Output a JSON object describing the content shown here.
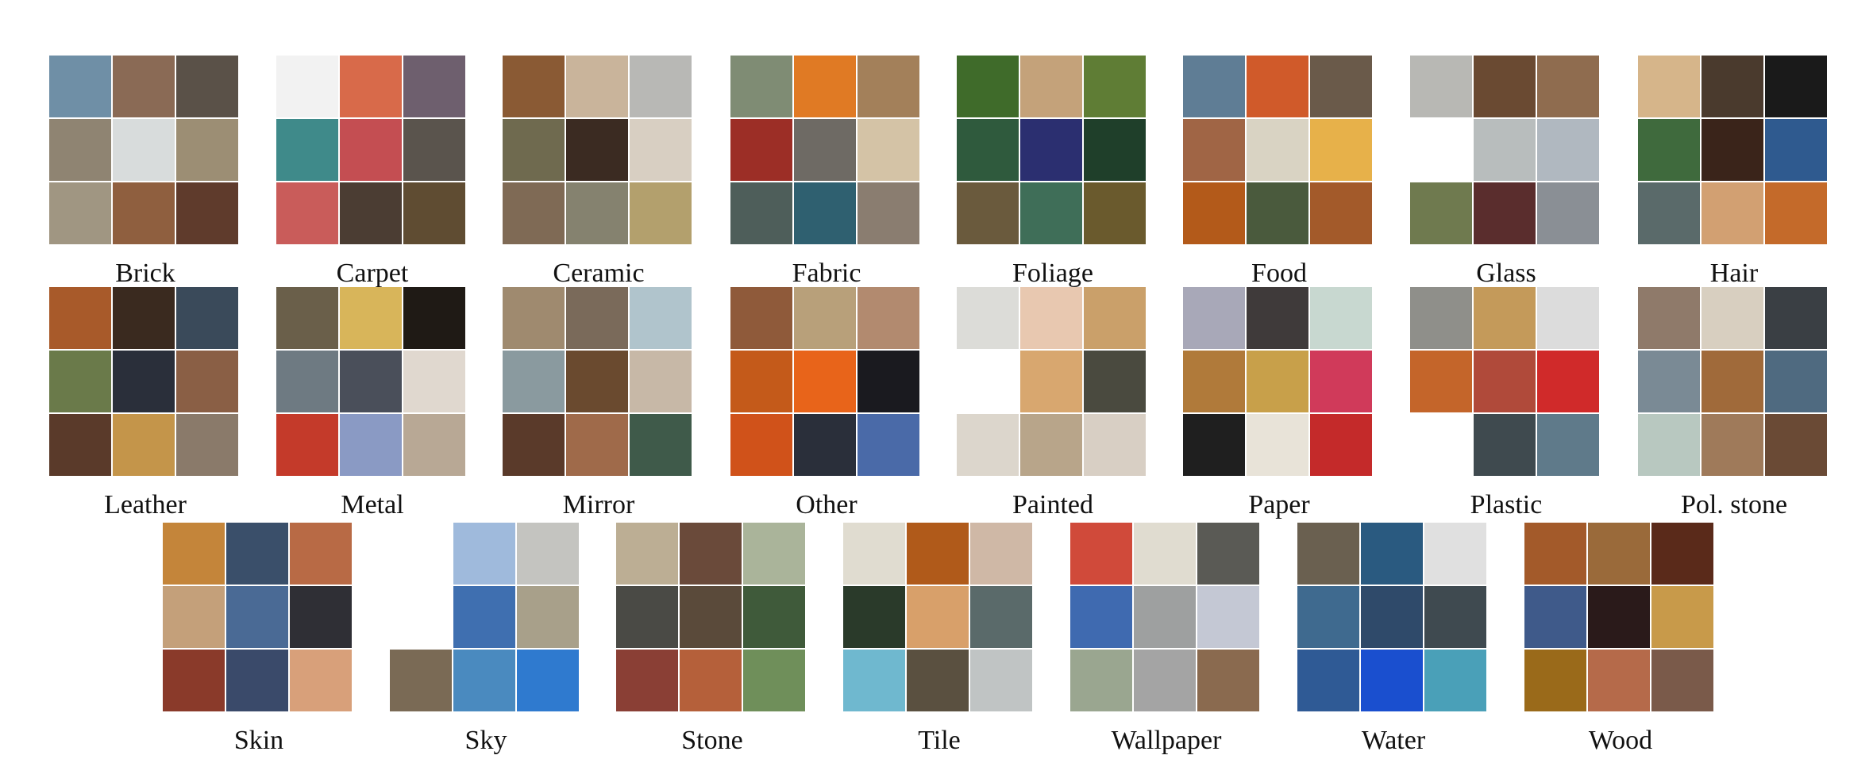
{
  "categories": [
    {
      "label": "Brick",
      "colors": [
        "#6f8fa6",
        "#8a6a55",
        "#5a5148",
        "#8f8472",
        "#d8dcdc",
        "#9c8e74",
        "#a09682",
        "#8f5f3f",
        "#5f3b2c"
      ]
    },
    {
      "label": "Carpet",
      "colors": [
        "#f2f2f2",
        "#d86a4a",
        "#6e5f6e",
        "#3f8a8a",
        "#c44e52",
        "#5a544d",
        "#c95c5a",
        "#4b3d33",
        "#5f4c32"
      ]
    },
    {
      "label": "Ceramic",
      "colors": [
        "#8a5a34",
        "#c9b49b",
        "#b8b8b5",
        "#6f6a4f",
        "#3b2b22",
        "#d8cfc2",
        "#7f6a55",
        "#85826f",
        "#b3a06d"
      ]
    },
    {
      "label": "Fabric",
      "colors": [
        "#7f8c74",
        "#e07a24",
        "#a3805a",
        "#9c2e26",
        "#6e6a64",
        "#d4c3a6",
        "#4e5e5a",
        "#2f6070",
        "#8a7d70"
      ]
    },
    {
      "label": "Foliage",
      "colors": [
        "#3f6b2a",
        "#c4a27a",
        "#5f7d35",
        "#2f5a3d",
        "#2b2f70",
        "#1f3f2a",
        "#6a5a3d",
        "#3f6e58",
        "#6a5a2d"
      ]
    },
    {
      "label": "Food",
      "colors": [
        "#5f7d95",
        "#d05a2a",
        "#6a5a4a",
        "#a06545",
        "#d9d3c3",
        "#e7b14a",
        "#b35a1a",
        "#4a5a3d",
        "#a35a2a"
      ]
    },
    {
      "label": "Glass",
      "colors": [
        "#b8b8b4",
        "#6a4a32",
        "#8f6c4f",
        "#ffffff",
        "#b8bdbd",
        "#b0b8c0",
        "#6f7a4f",
        "#5a2d2d",
        "#8a8f95"
      ]
    },
    {
      "label": "Hair",
      "colors": [
        "#d6b58a",
        "#4a3a2d",
        "#1a1a1a",
        "#3f6a3d",
        "#3a241a",
        "#2f5a8f",
        "#5a6a6a",
        "#d2a072",
        "#c46a2a"
      ]
    },
    {
      "label": "Leather",
      "colors": [
        "#a85a2a",
        "#3a2a1f",
        "#3a4a5a",
        "#6a7a4a",
        "#2a2f3a",
        "#8a5f45",
        "#5a3a2a",
        "#c4954a",
        "#8a7a6a"
      ]
    },
    {
      "label": "Metal",
      "colors": [
        "#6a5f4a",
        "#d8b55a",
        "#1f1a15",
        "#6e7a82",
        "#4a4f5a",
        "#e0d8cf",
        "#c43a2a",
        "#8a9ac4",
        "#b8a895"
      ]
    },
    {
      "label": "Mirror",
      "colors": [
        "#9f8a6f",
        "#7a6a5a",
        "#b0c4cc",
        "#8a9a9f",
        "#6a4a2f",
        "#c7b8a7",
        "#5a3a2a",
        "#9f6a4a",
        "#3f5a4a"
      ]
    },
    {
      "label": "Other",
      "colors": [
        "#8f5a3a",
        "#b8a07a",
        "#b28a6f",
        "#c45a1a",
        "#e8641a",
        "#1a1a1f",
        "#d0521a",
        "#2a2f3a",
        "#4a6aa8"
      ]
    },
    {
      "label": "Painted",
      "colors": [
        "#dcdcd8",
        "#e8c8b0",
        "#caa06a",
        "#ffffff",
        "#d8a76f",
        "#4a4a3f",
        "#dcd6cc",
        "#b8a58a",
        "#d8cfc4"
      ]
    },
    {
      "label": "Paper",
      "colors": [
        "#a8a8b8",
        "#3f3a3a",
        "#c8d8d0",
        "#b07a3a",
        "#c8a04a",
        "#d03a5a",
        "#1f1f1f",
        "#e8e3d8",
        "#c42a2a"
      ]
    },
    {
      "label": "Plastic",
      "colors": [
        "#8f8f8a",
        "#c49a5a",
        "#dcdcdc",
        "#c4652a",
        "#b04a3a",
        "#d02a2a",
        "#ffffff",
        "#3f4a4f",
        "#5f7a8a"
      ]
    },
    {
      "label": "Pol. stone",
      "colors": [
        "#8f7a6a",
        "#d8cfc0",
        "#3a3f44",
        "#7a8a95",
        "#a06a3a",
        "#4f6a80",
        "#b8c8c0",
        "#9f7a5a",
        "#6a4a35"
      ]
    }
  ],
  "row3": [
    {
      "label": "Skin",
      "colors": [
        "#c4853a",
        "#3a4f6a",
        "#b86a45",
        "#c4a07a",
        "#4a6a95",
        "#2f2f35",
        "#8a3a2a",
        "#3a4a6a",
        "#d8a07a"
      ]
    },
    {
      "label": "Sky",
      "colors": [
        "#ffffff",
        "#9fbadc",
        "#c4c4c0",
        "#ffffff",
        "#3f6fb0",
        "#a8a08a",
        "#7a6a55",
        "#4a8abf",
        "#2f7acf"
      ]
    },
    {
      "label": "Stone",
      "colors": [
        "#bcae94",
        "#6a4a3a",
        "#aab49a",
        "#4a4a45",
        "#5a4a3a",
        "#3f5a3a",
        "#8a3f35",
        "#b5603a",
        "#6f8f5a"
      ]
    },
    {
      "label": "Tile",
      "colors": [
        "#e0dcd0",
        "#b05a1a",
        "#cfb8a6",
        "#2a3a2a",
        "#d8a06a",
        "#5a6a6a",
        "#6fb8cf",
        "#5a5040",
        "#c0c4c4"
      ]
    },
    {
      "label": "Wallpaper",
      "colors": [
        "#d04a3a",
        "#e0dcd0",
        "#5a5a55",
        "#3f6ab0",
        "#9ea0a0",
        "#c4c8d4",
        "#9aa690",
        "#a4a4a4",
        "#8a6a4f"
      ]
    },
    {
      "label": "Water",
      "colors": [
        "#6a6050",
        "#2a5a80",
        "#e0e0e0",
        "#3f6a8f",
        "#2f4a6a",
        "#3f4a50",
        "#2f5a95",
        "#1a4fcf",
        "#4aa0b8"
      ]
    },
    {
      "label": "Wood",
      "colors": [
        "#a35a2a",
        "#9a6a3a",
        "#5a2a1a",
        "#3f5a8a",
        "#2a1a1a",
        "#c89a4a",
        "#9a6a1a",
        "#b56a4a",
        "#7a5a4a"
      ]
    }
  ]
}
